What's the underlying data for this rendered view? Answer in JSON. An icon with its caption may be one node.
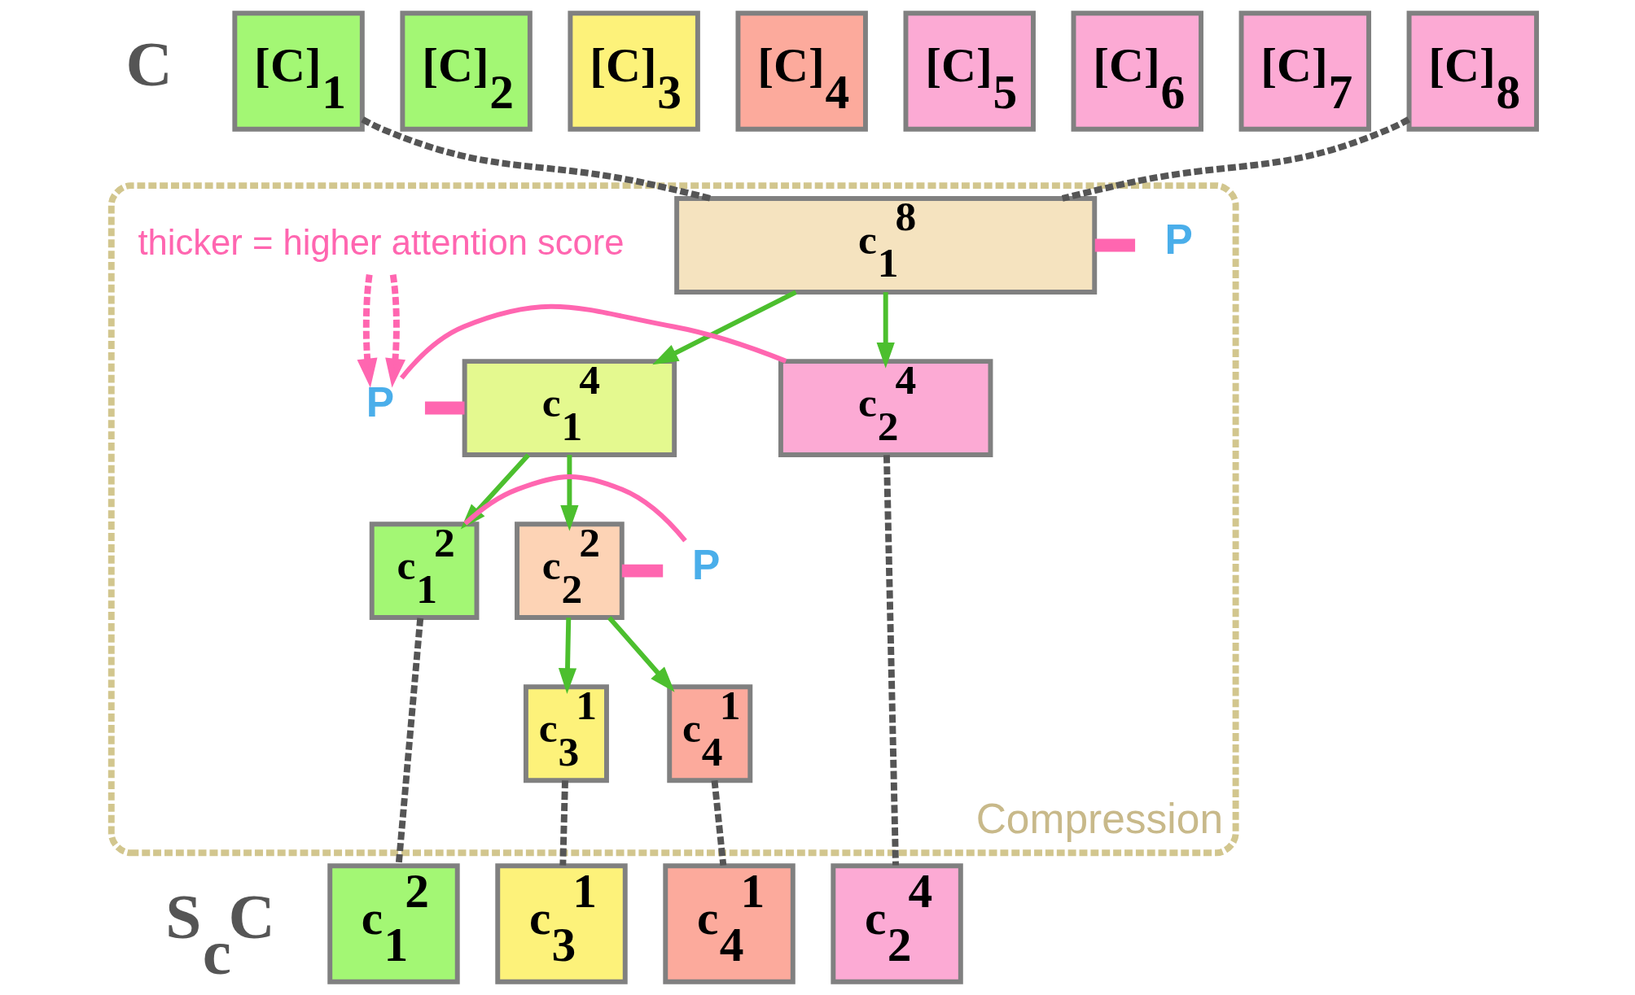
{
  "diagram": {
    "nodes": [
      {
        "text": [
          "[C]$_{1}$"
        ]
      },
      {
        "text": [
          "[C]$_{2}$"
        ]
      },
      {
        "text": [
          "[C]$_{3}$"
        ]
      },
      {
        "text": [
          "[C]$_{4}$"
        ]
      },
      {
        "text": [
          "[C]$_{5}$"
        ]
      },
      {
        "text": [
          "[C]$_{6}$"
        ]
      },
      {
        "text": [
          "[C]$_{7}$"
        ]
      },
      {
        "text": [
          "[C]$_{8}$"
        ]
      },
      {
        "text": [
          "Compression"
        ]
      },
      {
        "text": [
          "c$_{1}$$^{8}$"
        ],
        "in": 8
      },
      {
        "text": [
          "P"
        ],
        "in": 8
      },
      {
        "text": [
          "c$_{1}$$^{4}$"
        ],
        "in": 8
      },
      {
        "text": [
          "P"
        ],
        "in": 8
      },
      {
        "text": [
          "c$_{2}$$^{4}$"
        ],
        "in": 8
      },
      {
        "text": [
          "c$_{1}$$^{2}$"
        ],
        "in": 8
      },
      {
        "text": [
          "P"
        ],
        "in": 8
      },
      {
        "text": [
          "c$_{2}$$^{2}$"
        ],
        "in": 8
      },
      {
        "text": [
          "c$_{3}$$^{1}$"
        ],
        "in": 8
      },
      {
        "text": [
          "c$_{4}$$^{1}$"
        ],
        "in": 8
      },
      {
        "text": [
          "thicker = higher attention score"
        ],
        "in": 8
      },
      {
        "text": [
          "c$_{1}$$^{2}$"
        ]
      },
      {
        "text": [
          "c$_{3}$$^{1}$"
        ]
      },
      {
        "text": [
          "c$_{4}$$^{1}$"
        ]
      },
      {
        "text": [
          "c$_{2}$$^{4}$"
        ]
      }
    ],
    "edges": [
      {
        "from": 0,
        "to": 9,
        "arrow": "none",
        "style": "dashed",
        "color": "#555555"
      },
      {
        "from": 7,
        "to": 9,
        "arrow": "none",
        "style": "dashed",
        "color": "#555555"
      },
      {
        "from": 9,
        "to": 10,
        "arrow": "none",
        "style": "thick",
        "color": "#ff66b0"
      },
      {
        "from": 9,
        "to": 11,
        "arrow": "to",
        "color": "#4cbf2e"
      },
      {
        "from": 9,
        "to": 13,
        "arrow": "to",
        "color": "#4cbf2e"
      },
      {
        "from": 11,
        "to": 12,
        "arrow": "none",
        "style": "thick",
        "color": "#ff66b0"
      },
      {
        "from": 12,
        "to": 13,
        "arrow": "none",
        "color": "#ff66b0"
      },
      {
        "from": 11,
        "to": 14,
        "arrow": "to",
        "color": "#4cbf2e"
      },
      {
        "from": 11,
        "to": 16,
        "arrow": "to",
        "color": "#4cbf2e"
      },
      {
        "from": 14,
        "to": 15,
        "arrow": "none",
        "color": "#ff66b0"
      },
      {
        "from": 15,
        "to": 16,
        "arrow": "none",
        "style": "thick",
        "color": "#ff66b0"
      },
      {
        "from": 16,
        "to": 17,
        "arrow": "to",
        "color": "#4cbf2e"
      },
      {
        "from": 16,
        "to": 18,
        "arrow": "to",
        "color": "#4cbf2e"
      },
      {
        "from": 19,
        "to": 12,
        "arrow": "to",
        "style": "dashed",
        "color": "#ff66b0"
      },
      {
        "from": 19,
        "to": 12,
        "arrow": "to",
        "style": "dashed",
        "color": "#ff66b0"
      },
      {
        "from": 14,
        "to": 20,
        "arrow": "none",
        "style": "dashed",
        "color": "#555555"
      },
      {
        "from": 17,
        "to": 21,
        "arrow": "none",
        "style": "dashed",
        "color": "#555555"
      },
      {
        "from": 18,
        "to": 22,
        "arrow": "none",
        "style": "dashed",
        "color": "#555555"
      },
      {
        "from": 13,
        "to": 23,
        "arrow": "none",
        "style": "dashed",
        "color": "#555555"
      }
    ],
    "labels": [
      "C",
      "S$_{c}$C"
    ]
  }
}
